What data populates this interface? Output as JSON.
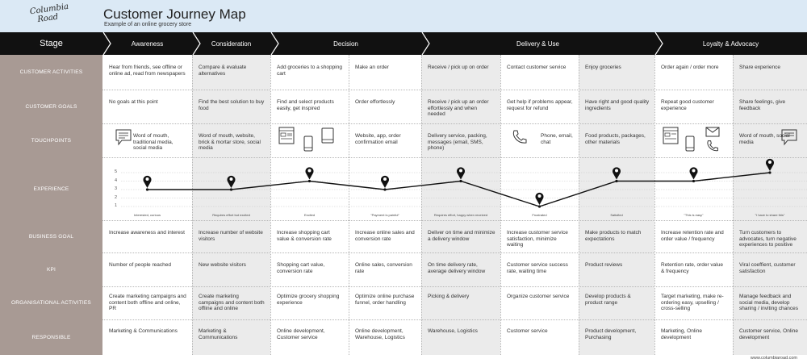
{
  "header": {
    "logo_line1": "Columbia",
    "logo_line2": "Road",
    "title": "Customer Journey Map",
    "subtitle": "Example of an online grocery store"
  },
  "stage_header": "Stage",
  "stages": [
    "Awareness",
    "Consideration",
    "Decision",
    "Delivery & Use",
    "Loyalty & Advocacy"
  ],
  "rows": [
    "Customer activities",
    "Customer goals",
    "Touchpoints",
    "Experience",
    "Business goal",
    "KPI",
    "Organisational activities",
    "Responsible"
  ],
  "columns": [
    {
      "activity": "Hear from friends, see offline or online ad, read from newspapers",
      "goal": "No goals at this point",
      "touchpoint": "Word of mouth, traditional media, social media",
      "experience_label": "Interested, curious",
      "experience_value": 3,
      "business_goal": "Increase awareness and interest",
      "kpi": "Number of people reached",
      "org_activity": "Create marketing campaigns and content both offline and online, PR",
      "responsible": "Marketing & Communications"
    },
    {
      "activity": "Compare & evaluate alternatives",
      "goal": "Find the best solution to buy food",
      "touchpoint": "Word of mouth, website, brick & mortar store, social media",
      "experience_label": "Requires effort but excited",
      "experience_value": 3,
      "business_goal": "Increase number of website visitors",
      "kpi": "New website visitors",
      "org_activity": "Create marketing campaigns and content both offline and online",
      "responsible": "Marketing & Communications"
    },
    {
      "activity": "Add groceries to a shopping cart",
      "goal": "Find and select products easily, get inspired",
      "touchpoint": "",
      "experience_label": "Excited",
      "experience_value": 4,
      "business_goal": "Increase shopping cart value & conversion rate",
      "kpi": "Shopping cart value, conversion rate",
      "org_activity": "Optimize grocery shopping experience",
      "responsible": "Online development, Customer service"
    },
    {
      "activity": "Make an order",
      "goal": "Order effortlessly",
      "touchpoint": "Website, app, order confirmation email",
      "experience_label": "\"Payment is painful\"",
      "experience_value": 3,
      "business_goal": "Increase online sales and conversion rate",
      "kpi": "Online sales, conversion rate",
      "org_activity": "Optimize online purchase funnel, order handling",
      "responsible": "Online development, Warehouse, Logistics"
    },
    {
      "activity": "Receive / pick up on order",
      "goal": "Receive / pick up an order effortlessly and when needed",
      "touchpoint": "Delivery service, packing, messages (email, SMS, phone)",
      "experience_label": "Requires effort, happy when received",
      "experience_value": 4,
      "business_goal": "Deliver on time and minimize a delivery window",
      "kpi": "On time delivery rate, average delivery window",
      "org_activity": "Picking & delivery",
      "responsible": "Warehouse, Logistics"
    },
    {
      "activity": "Contact customer service",
      "goal": "Get help if problems appear, request for refund",
      "touchpoint": "Phone, email, chat",
      "experience_label": "Frustrated",
      "experience_value": 1,
      "business_goal": "Increase customer service satisfaction, minimize waiting",
      "kpi": "Customer service success rate, waiting time",
      "org_activity": "Organize customer service",
      "responsible": "Customer service"
    },
    {
      "activity": "Enjoy groceries",
      "goal": "Have right and good quality ingredients",
      "touchpoint": "Food products, packages, other materials",
      "experience_label": "Satisfied",
      "experience_value": 4,
      "business_goal": "Make products to match expectations",
      "kpi": "Product reviews",
      "org_activity": "Develop products & product range",
      "responsible": "Product development, Purchasing"
    },
    {
      "activity": "Order again / order more",
      "goal": "Repeat good customer experience",
      "touchpoint": "",
      "experience_label": "\"This is easy\"",
      "experience_value": 4,
      "business_goal": "Increase retention rate and order value / frequency",
      "kpi": "Retention rate, order value & frequency",
      "org_activity": "Target marketing, make re-ordering easy, upselling / cross-selling",
      "responsible": "Marketing, Online development"
    },
    {
      "activity": "Share experience",
      "goal": "Share feelings, give feedback",
      "touchpoint": "Word of mouth, social media",
      "experience_label": "\"I have to share this\"",
      "experience_value": 5,
      "business_goal": "Turn customers to advocates, turn negative experiences to positive",
      "kpi": "Viral coeffient, customer satisfaction",
      "org_activity": "Manage feedback and social media, develop sharing / inviting chances",
      "responsible": "Customer service, Online development"
    }
  ],
  "experience_scale": [
    "5",
    "4",
    "3",
    "2",
    "1"
  ],
  "icons": [
    "speech-bubble-icon",
    "browser-window-icon",
    "mobile-phone-icon",
    "tablet-icon",
    "telephone-icon",
    "envelope-icon",
    "location-pin-icon"
  ],
  "colors": {
    "header_bg": "#dbe9f5",
    "stage_bar": "#111111",
    "sidebar": "#a89a94",
    "alt_column": "#ebebeb"
  },
  "footer": "www.columbiaroad.com"
}
